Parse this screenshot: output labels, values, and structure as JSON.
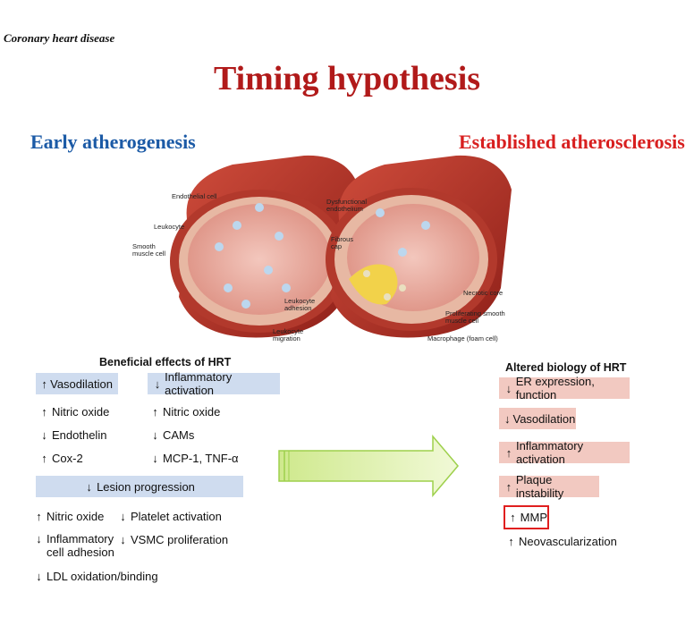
{
  "header": {
    "topic": "Coronary heart disease",
    "title": "Timing hypothesis",
    "early_label": "Early atherogenesis",
    "established_label": "Established atherosclerosis"
  },
  "illustration": {
    "left_labels": {
      "endothelial": "Endothelial cell",
      "leukocyte": "Leukocyte",
      "smooth_muscle": "Smooth muscle cell",
      "adhesion": "Leukocyte adhesion",
      "migration": "Leukocyte migration"
    },
    "right_labels": {
      "dysfunctional": "Dysfunctional endothelium",
      "fibrous": "Fibrous cap",
      "necrotic": "Necrotic core",
      "proliferating": "Proliferating smooth muscle cell",
      "macrophage": "Macrophage (foam cell)"
    }
  },
  "beneficial": {
    "heading": "Beneficial effects of HRT",
    "vasodilation_box": "Vasodilation",
    "vasodilation_items": [
      "Nitric oxide",
      "Endothelin",
      "Cox-2"
    ],
    "inflammatory_box": "Inflammatory activation",
    "inflammatory_items": [
      "Nitric oxide",
      "CAMs",
      "MCP-1, TNF-α"
    ],
    "lesion_box": "Lesion progression",
    "lesion_left_items": [
      "Nitric oxide",
      "Inflammatory cell adhesion",
      "LDL oxidation/binding"
    ],
    "lesion_right_items": [
      "Platelet activation",
      "VSMC proliferation"
    ]
  },
  "altered": {
    "heading": "Altered biology of HRT",
    "boxes": [
      "ER expression, function",
      "Vasodilation",
      "Inflammatory activation",
      "Plaque instability"
    ],
    "mmp": "MMP",
    "neovascularization": "Neovascularization"
  },
  "symbols": {
    "up": "↑",
    "down": "↓"
  },
  "colors": {
    "title": "#b11a1a",
    "early": "#1b5aa6",
    "established": "#d81f1f",
    "beneficial_box": "#cfdcef",
    "altered_box": "#f2c9c1",
    "arrow": "#dff3b0"
  }
}
